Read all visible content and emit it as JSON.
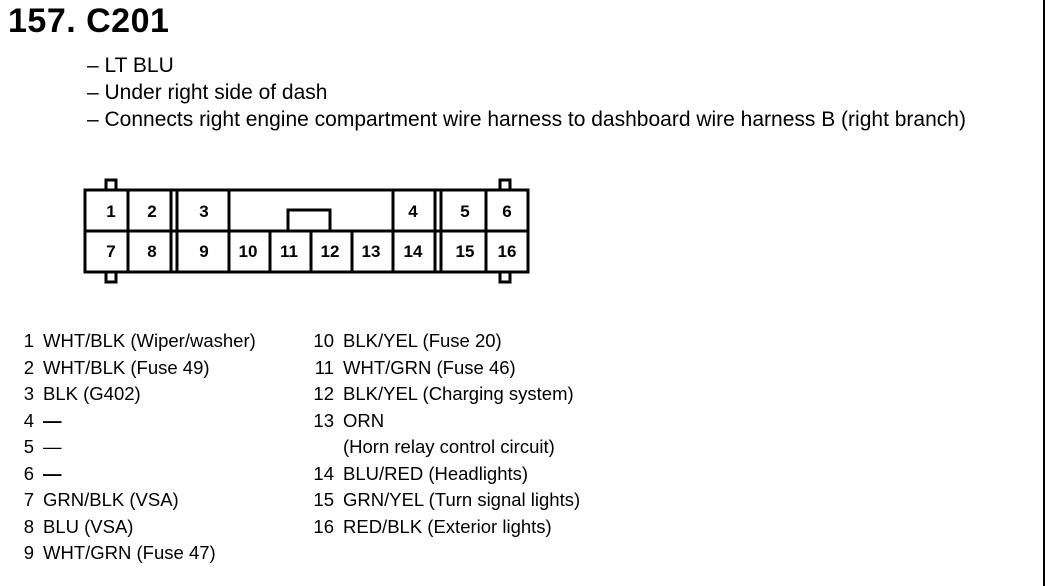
{
  "header": {
    "title": "157. C201",
    "details": [
      "– LT BLU",
      "– Under right side of dash",
      "– Connects right engine compartment wire harness to dashboard wire harness B (right branch)"
    ]
  },
  "connector": {
    "top_row": [
      "1",
      "2",
      "3",
      "4",
      "5",
      "6"
    ],
    "bottom_row": [
      "7",
      "8",
      "9",
      "10",
      "11",
      "12",
      "13",
      "14",
      "15",
      "16"
    ]
  },
  "pins_left": [
    {
      "num": "1",
      "desc": "WHT/BLK (Wiper/washer)"
    },
    {
      "num": "2",
      "desc": "WHT/BLK (Fuse 49)"
    },
    {
      "num": "3",
      "desc": "BLK (G402)"
    },
    {
      "num": "4",
      "desc": "—"
    },
    {
      "num": "5",
      "desc": "—"
    },
    {
      "num": "6",
      "desc": "—"
    },
    {
      "num": "7",
      "desc": "GRN/BLK (VSA)"
    },
    {
      "num": "8",
      "desc": "BLU (VSA)"
    },
    {
      "num": "9",
      "desc": "WHT/GRN (Fuse 47)"
    }
  ],
  "pins_right": [
    {
      "num": "10",
      "desc": "BLK/YEL (Fuse 20)"
    },
    {
      "num": "11",
      "desc": "WHT/GRN (Fuse 46)"
    },
    {
      "num": "12",
      "desc": "BLK/YEL (Charging system)"
    },
    {
      "num": "13",
      "desc": "ORN"
    },
    {
      "num": "",
      "desc": "(Horn relay control circuit)"
    },
    {
      "num": "14",
      "desc": "BLU/RED (Headlights)"
    },
    {
      "num": "15",
      "desc": "GRN/YEL (Turn signal lights)"
    },
    {
      "num": "16",
      "desc": "RED/BLK (Exterior lights)"
    }
  ]
}
